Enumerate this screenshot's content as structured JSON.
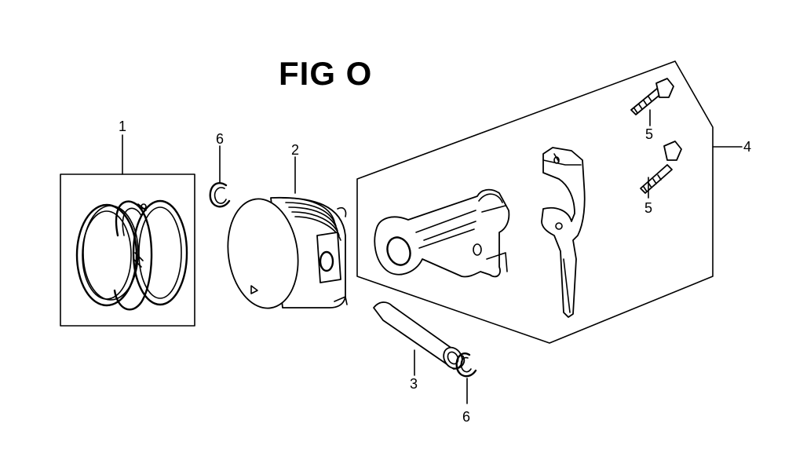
{
  "figure": {
    "title": "FIG O"
  },
  "callouts": {
    "piston_ring_set": "1",
    "piston": "2",
    "piston_pin": "3",
    "connecting_rod_assembly": "4",
    "bolt_upper": "5",
    "bolt_lower": "5",
    "clip_upper": "6",
    "clip_lower": "6"
  }
}
